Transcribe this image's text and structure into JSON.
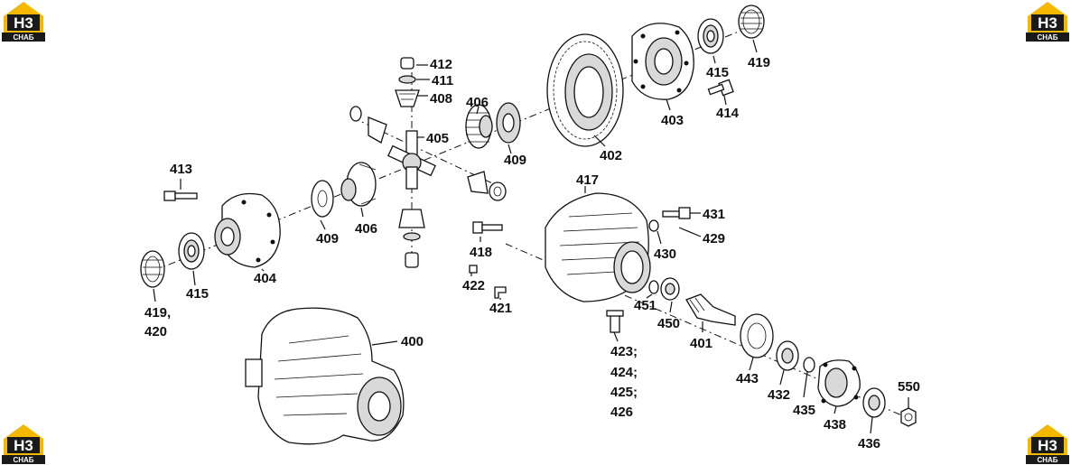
{
  "logo": {
    "mark": "H3",
    "sub": "СНАБ",
    "accent": "#f5b800",
    "dark": "#1a1a1a"
  },
  "labels": {
    "l400": "400",
    "l401": "401",
    "l402": "402",
    "l403": "403",
    "l404": "404",
    "l405": "405",
    "l406a": "406",
    "l406b": "406",
    "l408": "408",
    "l409a": "409",
    "l409b": "409",
    "l411": "411",
    "l412": "412",
    "l413": "413",
    "l414": "414",
    "l415a": "415",
    "l415b": "415",
    "l417": "417",
    "l418": "418",
    "l419": "419",
    "l419b": "419,",
    "l420": "420",
    "l421": "421",
    "l422": "422",
    "l423": "423;",
    "l424": "424;",
    "l425": "425;",
    "l426": "426",
    "l429": "429",
    "l430": "430",
    "l431": "431",
    "l432": "432",
    "l435": "435",
    "l436": "436",
    "l438": "438",
    "l443": "443",
    "l450": "450",
    "l451": "451",
    "l550": "550"
  }
}
